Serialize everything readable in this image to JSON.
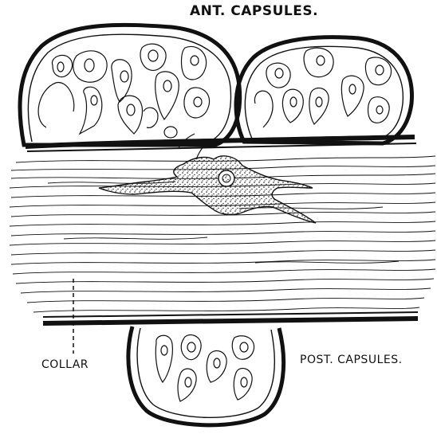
{
  "labels": {
    "ant_capsules": "ANT. CAPSULES.",
    "post_capsules": "POST. CAPSULES.",
    "collar": "COLLAR"
  },
  "colors": {
    "ink": "#111111",
    "paper": "#ffffff"
  }
}
